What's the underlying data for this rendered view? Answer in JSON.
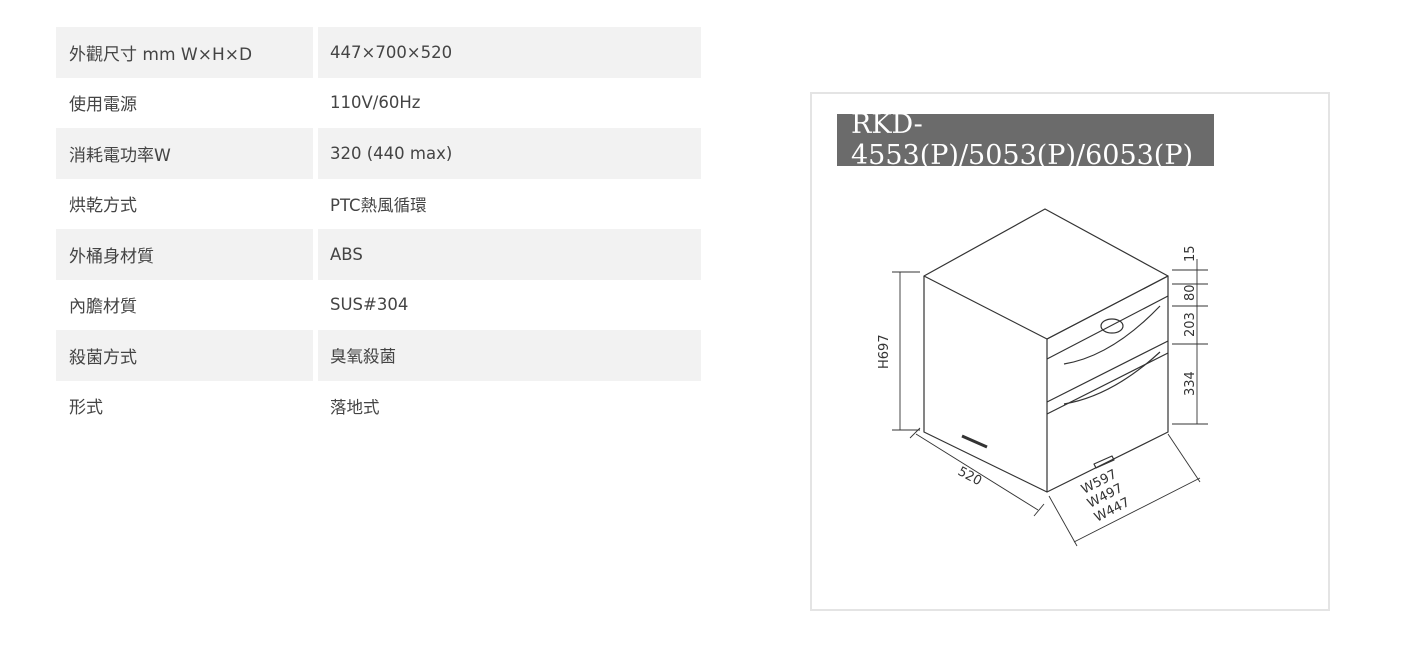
{
  "specs": [
    {
      "label": "外觀尺寸 mm W×H×D",
      "value": "447×700×520"
    },
    {
      "label": "使用電源",
      "value": "110V/60Hz"
    },
    {
      "label": "消耗電功率W",
      "value": "320 (440 max)"
    },
    {
      "label": "烘乾方式",
      "value": "PTC熱風循環"
    },
    {
      "label": "外桶身材質",
      "value": "ABS"
    },
    {
      "label": "內膽材質",
      "value": "SUS#304"
    },
    {
      "label": "殺菌方式",
      "value": "臭氧殺菌"
    },
    {
      "label": "形式",
      "value": "落地式"
    }
  ],
  "diagram": {
    "model": "RKD-4553(P)/5053(P)/6053(P)",
    "height_dim": "H697",
    "depth_dim": "520",
    "width_dims": [
      "W597",
      "W497",
      "W447"
    ],
    "side_dims": [
      "15",
      "80",
      "203",
      "334"
    ]
  }
}
